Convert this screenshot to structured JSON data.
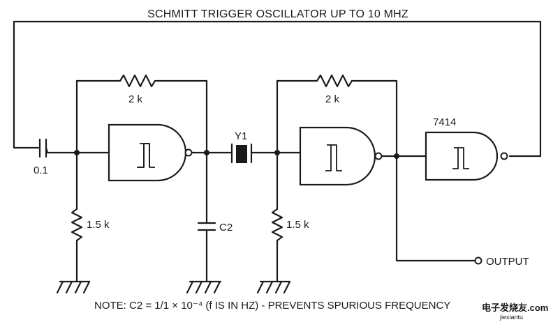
{
  "title": "SCHMITT TRIGGER OSCILLATOR UP TO 10 MHZ",
  "note": "NOTE: C2 = 1/1 × 10⁻⁴ (f IS IN HZ) - PREVENTS SPURIOUS FREQUENCY",
  "components": {
    "c_input": "0.1",
    "r_feedback_1": "2 k",
    "r_feedback_2": "2 k",
    "r_bias_1": "1.5 k",
    "r_bias_2": "1.5 k",
    "c2": "C2",
    "crystal": "Y1",
    "ic": "7414"
  },
  "output_label": "OUTPUT",
  "watermark": {
    "brand": "电子发烧友.com",
    "site": "jiexiantu"
  },
  "colors": {
    "ink": "#1a1a1a",
    "background": "#ffffff",
    "watermark_green": "#2f9e44",
    "watermark_orange": "#e8590c"
  }
}
